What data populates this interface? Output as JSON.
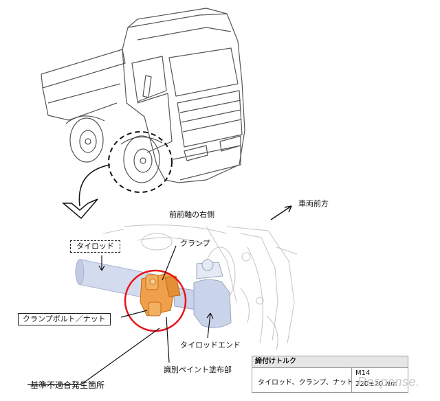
{
  "labels": {
    "front_axle_right": "前前軸の右側",
    "vehicle_front": "車両前方",
    "tie_rod": "タイロッド",
    "clamp": "クランプ",
    "clamp_bolt_nut": "クランプボルト／ナット",
    "tie_rod_end": "タイロッドエンド",
    "paint_area": "識別ペイント塗布部",
    "nonconformity": "基準不適合発生箇所"
  },
  "torque_table": {
    "header": "締付けトルク",
    "part": "タイロッド、クランプ、ナット",
    "size": "M14",
    "value": "220±20 Nm"
  },
  "watermark": "Response.",
  "colors": {
    "highlight_circle": "#e8141b",
    "clamp_part": "#f0a04b",
    "tie_rod_part": "#c9d3ea",
    "line_art": "#555555"
  }
}
